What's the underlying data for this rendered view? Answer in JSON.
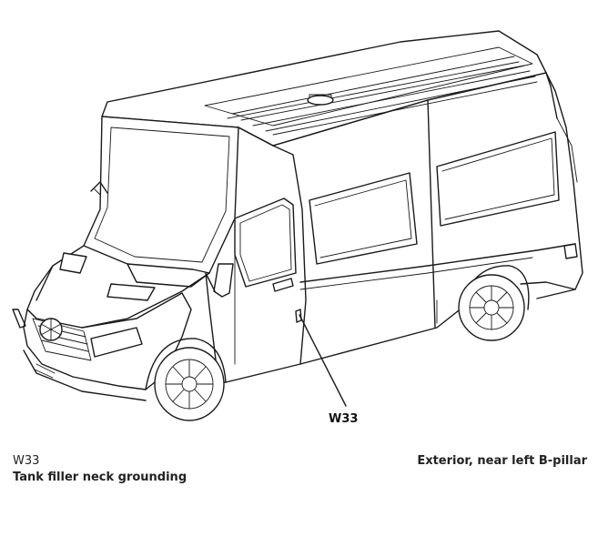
{
  "diagram": {
    "callout_label": "W33",
    "component_code": "W33",
    "component_description": "Tank filler neck grounding",
    "location": "Exterior, near left B-pillar"
  }
}
